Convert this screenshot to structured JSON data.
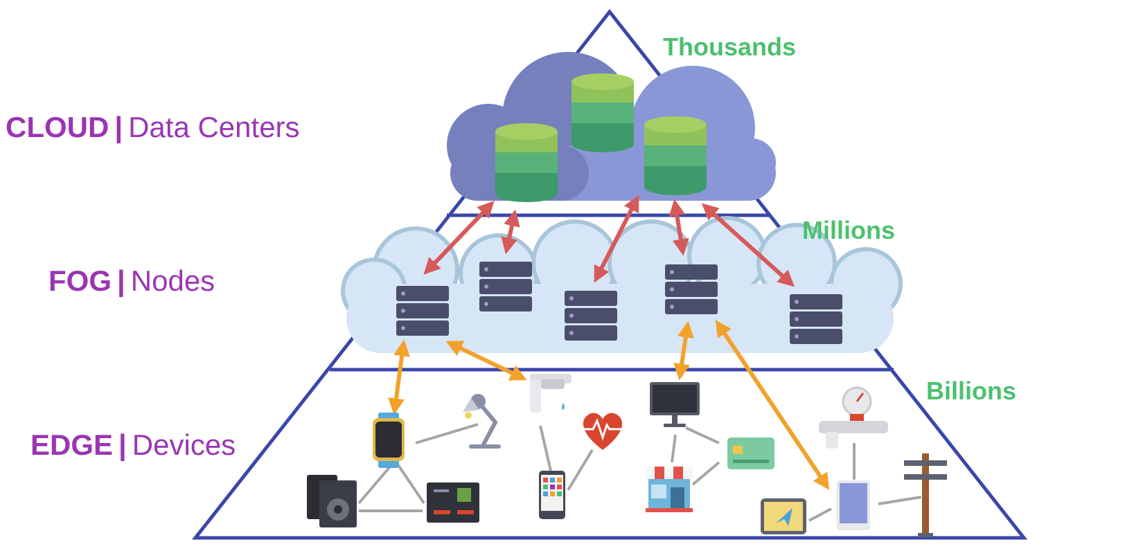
{
  "layers": [
    {
      "key": "cloud",
      "name": "CLOUD",
      "separator": "|",
      "desc": "Data Centers",
      "count": "Thousands"
    },
    {
      "key": "fog",
      "name": "FOG",
      "separator": "|",
      "desc": "Nodes",
      "count": "Millions"
    },
    {
      "key": "edge",
      "name": "EDGE",
      "separator": "|",
      "desc": "Devices",
      "count": "Billions"
    }
  ],
  "colors": {
    "label": "#9a35b3",
    "count": "#4cc06e",
    "pyramid": "#3a46a8",
    "cloud_to_fog_arrow": "#d65a5a",
    "fog_to_edge_arrow": "#f2a22a",
    "device_link": "#a6a6a6"
  },
  "cloud_icons": [
    "database-icon",
    "database-icon",
    "database-icon"
  ],
  "fog_icons": [
    "server-icon",
    "server-icon",
    "server-icon",
    "server-icon",
    "server-icon"
  ],
  "edge_icons": [
    "smartwatch-icon",
    "desk-lamp-icon",
    "faucet-icon",
    "heart-rate-icon",
    "monitor-icon",
    "credit-card-icon",
    "store-icon",
    "smartphone-icon",
    "speakers-icon",
    "circuit-board-icon",
    "pressure-gauge-icon",
    "tablet-icon",
    "gps-icon",
    "power-pole-icon"
  ]
}
